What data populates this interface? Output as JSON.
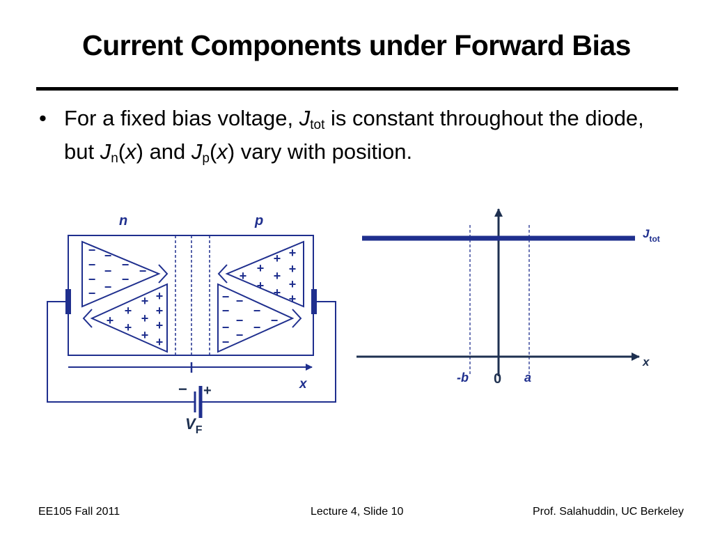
{
  "slide": {
    "title": "Current Components under Forward Bias",
    "bullet": {
      "text_before_jtot": "For a fixed bias voltage, ",
      "j_symbol": "J",
      "jtot_subscript": "tot",
      "text_after_jtot": " is constant throughout the diode, but ",
      "jn_subscript": "n",
      "open_paren": "(",
      "x_symbol": "x",
      "close_paren": ")",
      "and_text": " and ",
      "jp_subscript": "p",
      "text_end": " vary with position."
    }
  },
  "diode_diagram": {
    "n_label": "n",
    "p_label": "p",
    "minus_sign": "−",
    "plus_sign": "+",
    "x_axis_label": "x",
    "battery_minus": "−",
    "battery_plus": "+",
    "vf_main": "V",
    "vf_sub": "F",
    "color": "#1f2f8e"
  },
  "current_plot": {
    "jtot_label_main": "J",
    "jtot_label_sub": "tot",
    "x_label": "x",
    "tick_neg_sign": "-",
    "tick_b": "b",
    "tick_zero": "0",
    "tick_a": "a",
    "line_color": "#1f2f8e",
    "axis_color": "#1e3050"
  },
  "footer": {
    "left": "EE105 Fall 2011",
    "center": "Lecture 4, Slide 10",
    "right": "Prof. Salahuddin, UC Berkeley"
  }
}
